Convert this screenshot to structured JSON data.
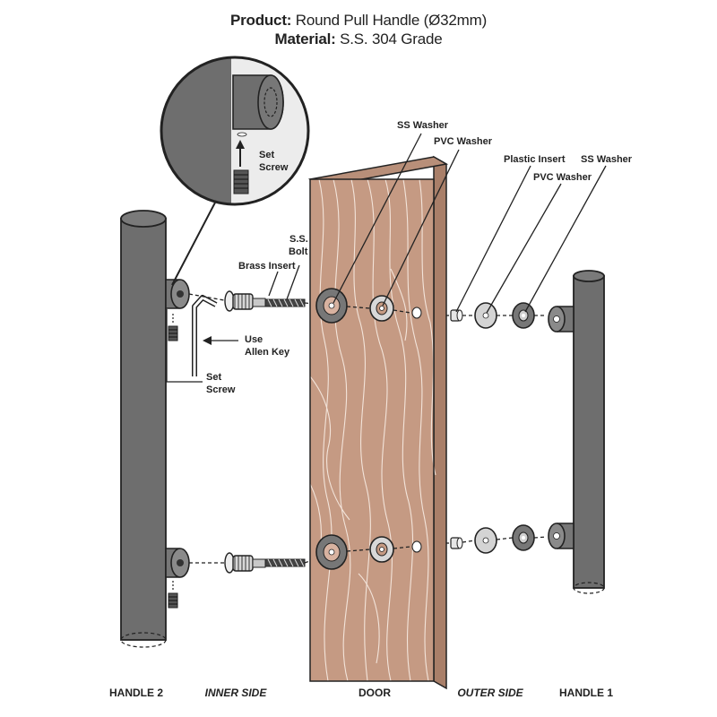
{
  "header": {
    "product_label": "Product:",
    "product_value": "Round Pull Handle (Ø32mm)",
    "material_label": "Material:",
    "material_value": "S.S. 304 Grade"
  },
  "callouts": {
    "ss_washer_inner": "SS Washer",
    "pvc_washer_inner": "PVC Washer",
    "plastic_insert": "Plastic Insert",
    "pvc_washer_outer": "PVC Washer",
    "ss_washer_outer": "SS Washer",
    "ss_bolt_line1": "S.S.",
    "ss_bolt_line2": "Bolt",
    "brass_insert": "Brass Insert",
    "use_allen_key_line1": "Use",
    "use_allen_key_line2": "Allen Key",
    "set_screw_line1": "Set",
    "set_screw_line2": "Screw",
    "detail_set_screw_line1": "Set",
    "detail_set_screw_line2": "Screw"
  },
  "footer": {
    "handle_2": "HANDLE 2",
    "inner_side": "INNER SIDE",
    "door": "DOOR",
    "outer_side": "OUTER SIDE",
    "handle_1": "HANDLE 1"
  },
  "colors": {
    "handle_gray": "#6e6e6e",
    "door_wood": "#c59a83",
    "wood_grain": "#f3e4da",
    "outline": "#222222"
  }
}
